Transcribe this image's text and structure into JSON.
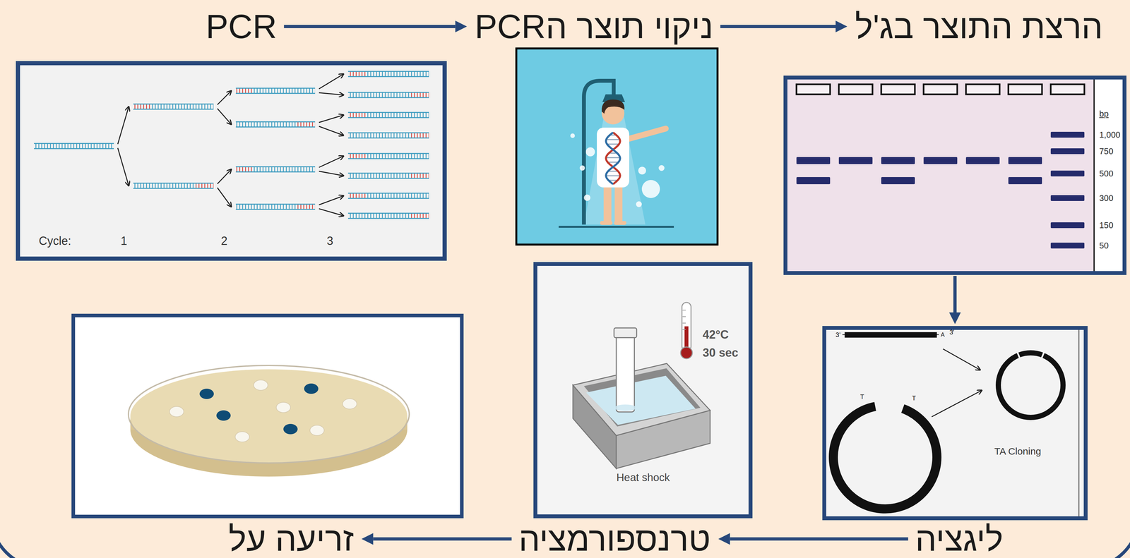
{
  "diagram": {
    "nodes": [
      {
        "text": [
          "PCR"
        ]
      },
      {
        "text": [
          "ניקוי תוצר הPCR"
        ]
      },
      {
        "text": [
          "הרצת התוצר בג'ל"
        ]
      },
      {
        "text": [
          "ליגציה"
        ]
      },
      {
        "text": [
          "טרנספורמציה"
        ]
      },
      {
        "text": [
          "זריעה על"
        ]
      }
    ],
    "edges": [
      {
        "from": 0,
        "to": 1,
        "arrow": "to"
      },
      {
        "from": 1,
        "to": 2,
        "arrow": "to"
      },
      {
        "from": 2,
        "to": 3,
        "arrow": "to"
      },
      {
        "from": 3,
        "to": 4,
        "arrow": "to"
      },
      {
        "from": 4,
        "to": 5,
        "arrow": "to"
      }
    ],
    "labels": [
      "Cycle:",
      "1",
      "2",
      "3",
      "bp",
      "1,000",
      "750",
      "500",
      "300",
      "150",
      "50",
      "3'",
      "A",
      "3'",
      "T",
      "T",
      "TA Cloning",
      "42°C",
      "30 sec",
      "Heat shock"
    ]
  }
}
